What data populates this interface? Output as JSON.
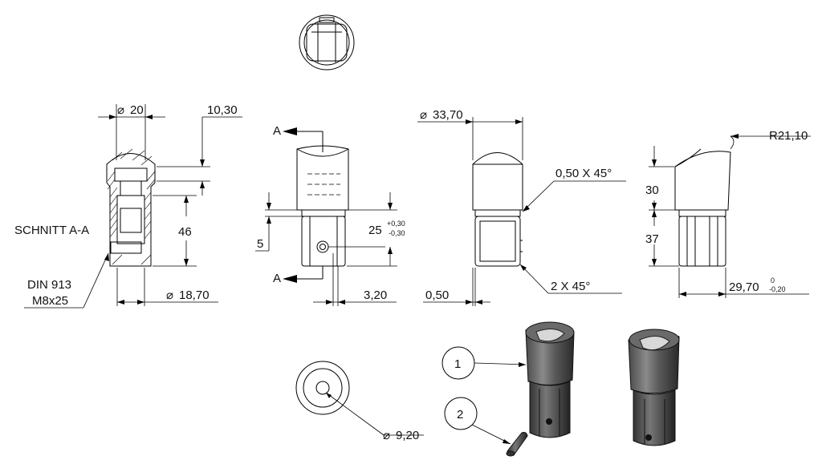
{
  "section": {
    "title": "SCHNITT A-A",
    "cut_label": "A"
  },
  "fastener": {
    "line1": "DIN 913",
    "line2": "M8x25"
  },
  "dims": {
    "d20": "20",
    "d10_30": "10,30",
    "d46": "46",
    "d18_70": "18,70",
    "d25": "25",
    "tol_plus_030": "+0,30",
    "tol_minus_030": "-0,30",
    "d5": "5",
    "d3_20": "3,20",
    "d33_70": "33,70",
    "chamfer1": "0,50 X 45°",
    "chamfer2": "2 X 45°",
    "d0_50": "0,50",
    "r21_10": "R21,10",
    "d30": "30",
    "d37": "37",
    "d29_70": "29,70",
    "tol_zero": "0",
    "tol_minus_020": "-0,20",
    "d9_20": "9,20"
  },
  "balloons": {
    "b1": "1",
    "b2": "2"
  },
  "symbols": {
    "diameter": "⌀"
  }
}
